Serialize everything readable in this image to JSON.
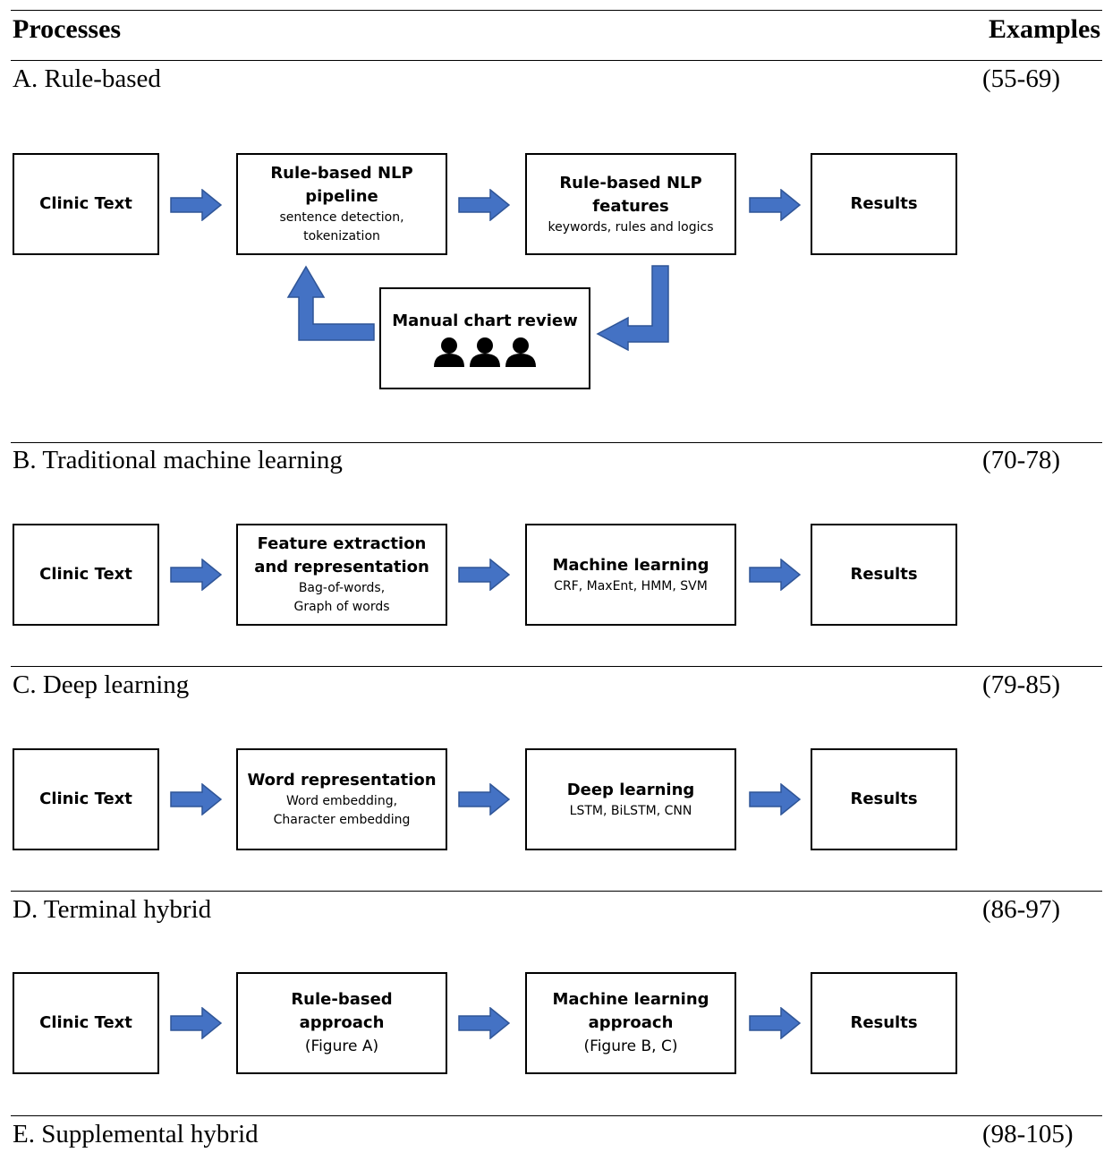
{
  "header": {
    "processes": "Processes",
    "examples": "Examples"
  },
  "sections": [
    {
      "title": "A. Rule-based",
      "refs": "(55-69)",
      "boxes": [
        {
          "title": "Clinic Text"
        },
        {
          "title": "Rule-based NLP pipeline",
          "sub": "sentence detection, tokenization"
        },
        {
          "title": "Rule-based NLP features",
          "sub": "keywords, rules and logics"
        },
        {
          "title": "Results"
        }
      ],
      "review": {
        "title": "Manual chart review",
        "icon": "people-icon"
      }
    },
    {
      "title": "B. Traditional machine learning",
      "refs": "(70-78)",
      "boxes": [
        {
          "title": "Clinic Text"
        },
        {
          "title": "Feature extraction and representation",
          "sub": "Bag-of-words, Graph of words"
        },
        {
          "title": "Machine learning",
          "sub": "CRF, MaxEnt, HMM, SVM"
        },
        {
          "title": "Results"
        }
      ]
    },
    {
      "title": "C. Deep learning",
      "refs": "(79-85)",
      "boxes": [
        {
          "title": "Clinic Text"
        },
        {
          "title": "Word representation",
          "sub": "Word embedding, Character embedding"
        },
        {
          "title": "Deep learning",
          "sub": "LSTM, BiLSTM, CNN"
        },
        {
          "title": "Results"
        }
      ]
    },
    {
      "title": "D. Terminal hybrid",
      "refs": "(86-97)",
      "boxes": [
        {
          "title": "Clinic Text"
        },
        {
          "title": "Rule-based approach",
          "sub": "(Figure A)"
        },
        {
          "title": "Machine learning approach",
          "sub": "(Figure B, C)"
        },
        {
          "title": "Results"
        }
      ]
    },
    {
      "title": "E. Supplemental hybrid",
      "refs": "(98-105)"
    }
  ],
  "colors": {
    "arrow_fill": "#4472c4",
    "arrow_stroke": "#2f5597",
    "box_border": "#000000"
  }
}
